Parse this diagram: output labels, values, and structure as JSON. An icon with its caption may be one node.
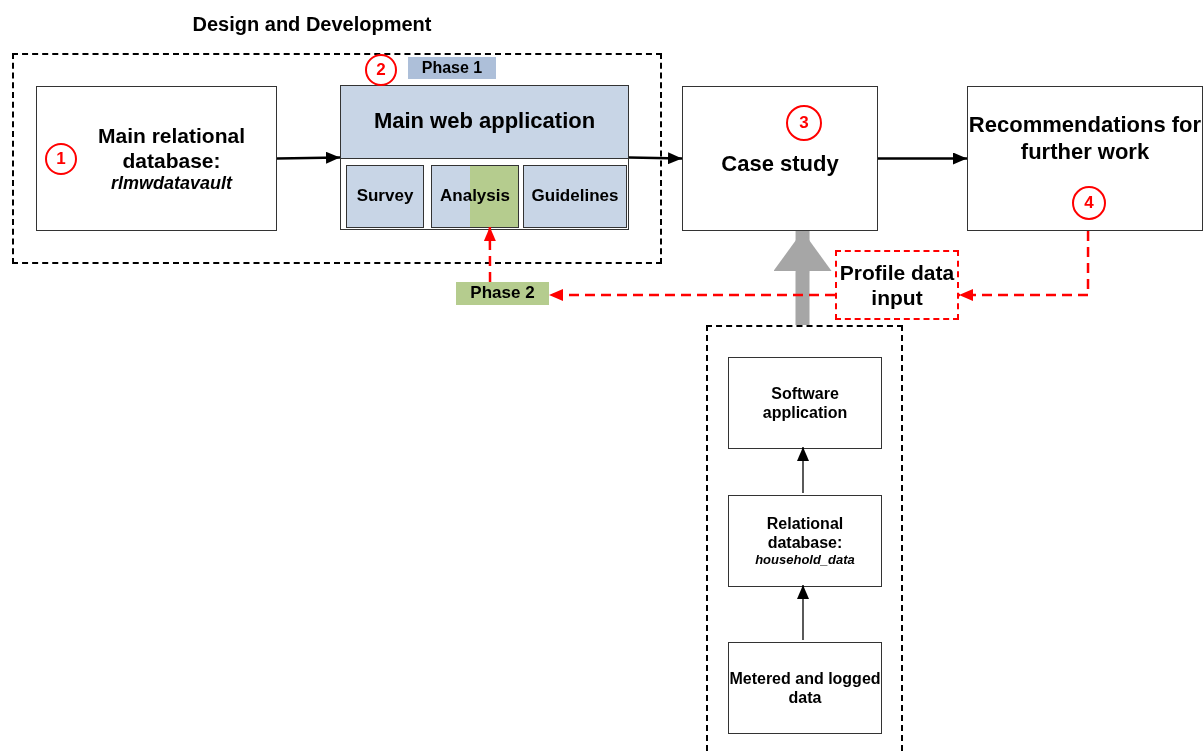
{
  "diagram": {
    "nodes": [
      {
        "text": [
          "Design and Development"
        ]
      },
      {
        "text": [
          "Main relational database:",
          "rlmwdatavault"
        ],
        "in": 0
      },
      {
        "text": [
          "1"
        ],
        "in": 1
      },
      {
        "text": [
          "Main web application"
        ],
        "in": 0
      },
      {
        "text": [
          "2"
        ],
        "in": 0
      },
      {
        "text": [
          "Phase 1"
        ],
        "in": 0
      },
      {
        "text": [
          "Survey"
        ],
        "in": 3
      },
      {
        "text": [
          "Analysis"
        ],
        "in": 3
      },
      {
        "text": [
          "Guidelines"
        ],
        "in": 3
      },
      {
        "text": [
          "Case study"
        ]
      },
      {
        "text": [
          "3"
        ],
        "in": 9
      },
      {
        "text": [
          "Recommendations for further work"
        ]
      },
      {
        "text": [
          "4"
        ],
        "in": 11
      },
      {
        "text": [
          "Phase 2"
        ]
      },
      {
        "text": [
          "Profile data input"
        ]
      },
      {
        "text": [],
        "shape": "box"
      },
      {
        "text": [
          "Software application"
        ],
        "in": 15
      },
      {
        "text": [
          "Relational database:",
          "household_data"
        ],
        "in": 15
      },
      {
        "text": [
          "Metered and logged data"
        ],
        "in": 15
      }
    ],
    "edges": [
      {
        "from": 1,
        "to": 3,
        "arrow": "to"
      },
      {
        "from": 3,
        "to": 9,
        "arrow": "to"
      },
      {
        "from": 9,
        "to": 11,
        "arrow": "to"
      },
      {
        "from": 15,
        "to": 9,
        "arrow": "to",
        "style": "thick",
        "color": "#a6a6a6"
      },
      {
        "from": 11,
        "to": 14,
        "arrow": "to",
        "style": "dashed",
        "color": "#ff0000"
      },
      {
        "from": 14,
        "to": 13,
        "arrow": "to",
        "style": "dashed",
        "color": "#ff0000"
      },
      {
        "from": 13,
        "to": 7,
        "arrow": "to",
        "style": "dashed",
        "color": "#ff0000"
      },
      {
        "from": 18,
        "to": 17,
        "arrow": "to"
      },
      {
        "from": 17,
        "to": 16,
        "arrow": "to"
      }
    ]
  }
}
